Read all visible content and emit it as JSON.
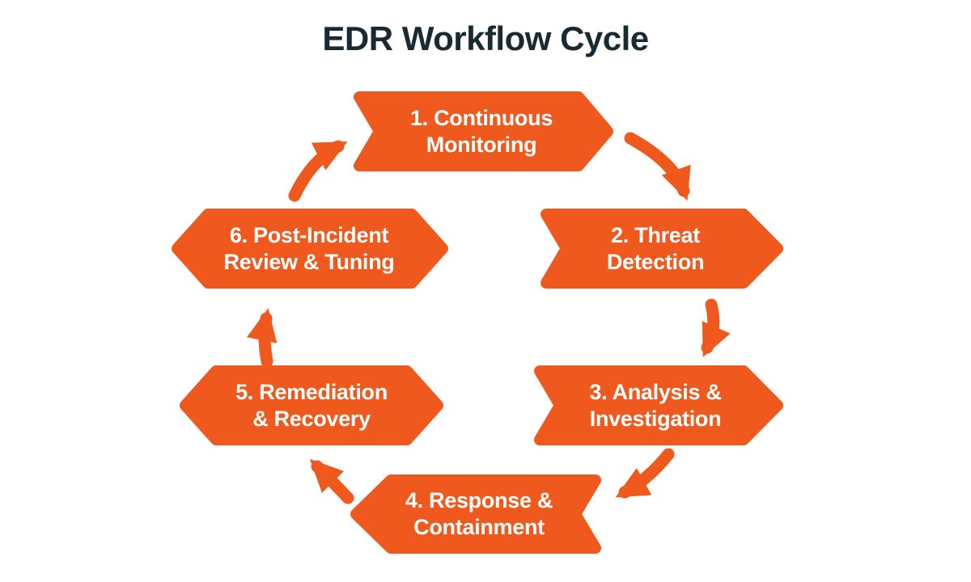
{
  "title": "EDR Workflow Cycle",
  "colors": {
    "accent_orange": "#f0591e",
    "title_text": "#182a33",
    "step_text": "#ffffff",
    "background": "#ffffff"
  },
  "steps": [
    {
      "id": 1,
      "label": "1. Continuous Monitoring",
      "lines": [
        "1. Continuous",
        "Monitoring"
      ],
      "shape": "arrow-right",
      "position": "top"
    },
    {
      "id": 2,
      "label": "2. Threat Detection",
      "lines": [
        "2. Threat",
        "Detection"
      ],
      "shape": "arrow-right",
      "position": "top-right"
    },
    {
      "id": 3,
      "label": "3. Analysis & Investigation",
      "lines": [
        "3. Analysis &",
        "Investigation"
      ],
      "shape": "arrow-right",
      "position": "bottom-right"
    },
    {
      "id": 4,
      "label": "4. Response & Containment",
      "lines": [
        "4. Response &",
        "Containment"
      ],
      "shape": "arrow-left",
      "position": "bottom"
    },
    {
      "id": 5,
      "label": "5. Remediation & Recovery",
      "lines": [
        "5. Remediation",
        "& Recovery"
      ],
      "shape": "hexagon",
      "position": "bottom-left"
    },
    {
      "id": 6,
      "label": "6. Post-Incident Review & Tuning",
      "lines": [
        "6. Post-Incident",
        "Review & Tuning"
      ],
      "shape": "hexagon",
      "position": "top-left"
    }
  ],
  "flow_arrows": [
    {
      "from": 1,
      "to": 2,
      "direction": "down-right"
    },
    {
      "from": 2,
      "to": 3,
      "direction": "down"
    },
    {
      "from": 3,
      "to": 4,
      "direction": "down-left"
    },
    {
      "from": 4,
      "to": 5,
      "direction": "up-left"
    },
    {
      "from": 5,
      "to": 6,
      "direction": "up"
    },
    {
      "from": 6,
      "to": 1,
      "direction": "up-right"
    }
  ]
}
